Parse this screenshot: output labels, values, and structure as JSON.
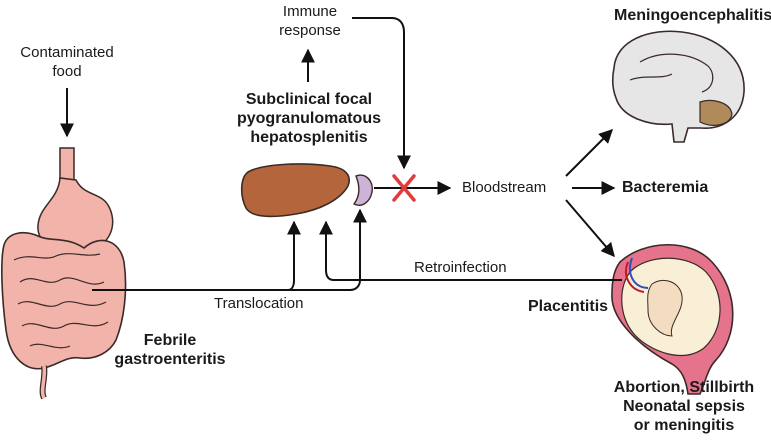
{
  "labels": {
    "contaminated_food": "Contaminated\nfood",
    "immune_response": "Immune\nresponse",
    "hepatosplenitis": "Subclinical focal\npyogranulomatous\nhepatosplenitis",
    "bloodstream": "Bloodstream",
    "bacteremia": "Bacteremia",
    "meningoencephalitis": "Meningoencephalitis",
    "retroinfection": "Retroinfection",
    "translocation": "Translocation",
    "placentitis": "Placentitis",
    "febrile_gastroenteritis": "Febrile\ngastroenteritis",
    "outcomes": "Abortion, Stillbirth\nNeonatal sepsis\nor meningitis"
  },
  "colors": {
    "arrow": "#111111",
    "intestine": "#f2b3aa",
    "intestine_outline": "#3a2a28",
    "liver": "#b5653b",
    "spleen": "#cdb3d8",
    "blocked_x": "#e23b3b",
    "brain": "#e6e6e6",
    "cerebellum": "#b08a5a",
    "uterus": "#e5738c",
    "fetus": "#f8efd6"
  },
  "icons": [
    "stomach-intestine-icon",
    "liver-icon",
    "spleen-icon",
    "blocked-x-icon",
    "brain-icon",
    "pregnant-uterus-icon"
  ]
}
